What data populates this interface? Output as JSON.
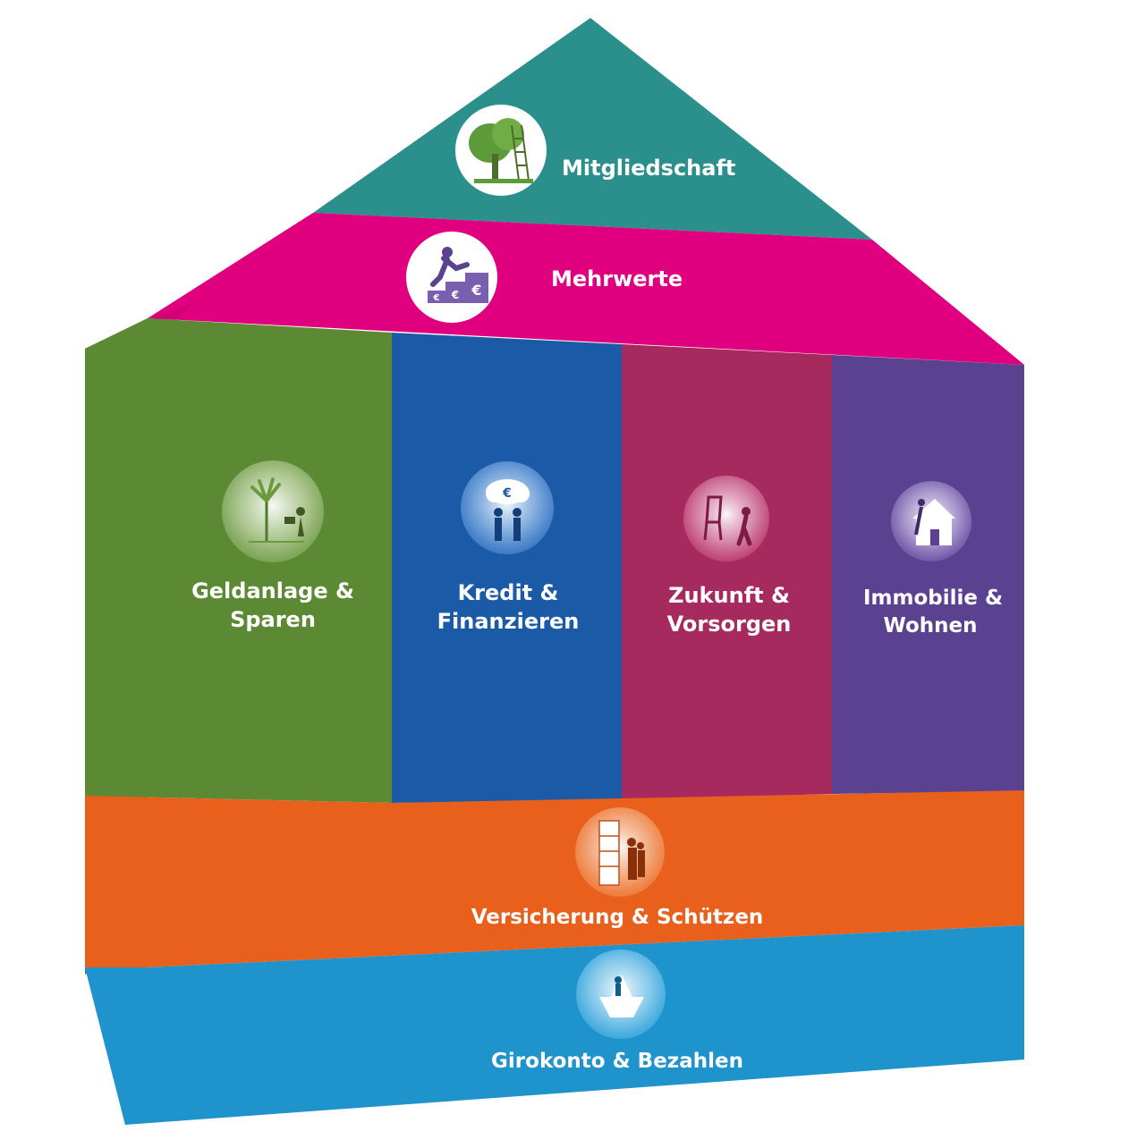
{
  "roof": {
    "top": {
      "label": "Mitgliedschaft",
      "icon": "tree-ladder-icon",
      "color": "#2b8f8c"
    },
    "middle": {
      "label": "Mehrwerte",
      "icon": "climbing-euro-steps-icon",
      "color": "#e0007f"
    }
  },
  "pillars": [
    {
      "line1": "Geldanlage &",
      "line2": "Sparen",
      "icon": "plant-watering-icon",
      "color": "#5c8a34"
    },
    {
      "line1": "Kredit &",
      "line2": "Finanzieren",
      "icon": "euro-thought-cloud-icon",
      "color": "#1b5aa6"
    },
    {
      "line1": "Zukunft &",
      "line2": "Vorsorgen",
      "icon": "chair-walking-icon",
      "color": "#a62a5e"
    },
    {
      "line1": "Immobilie &",
      "line2": "Wohnen",
      "icon": "house-painting-icon",
      "color": "#5a4290"
    }
  ],
  "bands": [
    {
      "label": "Versicherung & Schützen",
      "icon": "pillar-protection-icon",
      "color": "#e8601c"
    },
    {
      "label": "Girokonto & Bezahlen",
      "icon": "paper-boat-icon",
      "color": "#1f93cc"
    }
  ]
}
